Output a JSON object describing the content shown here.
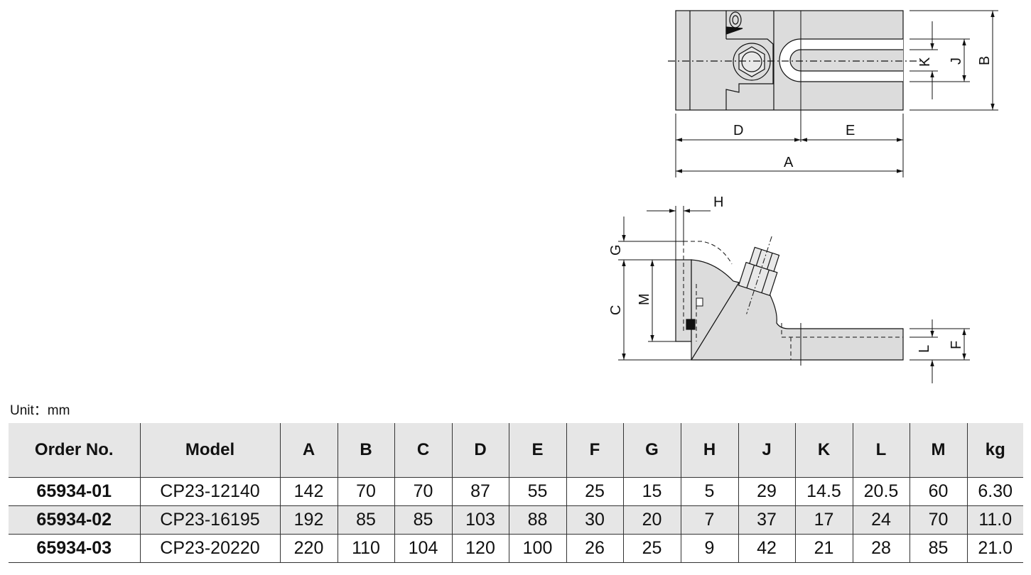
{
  "dimension_letters": {
    "top_view": {
      "D": "D",
      "E": "E",
      "A": "A",
      "K": "K",
      "J": "J",
      "B": "B"
    },
    "side_view": {
      "H": "H",
      "G": "G",
      "C": "C",
      "M": "M",
      "L": "L",
      "F": "F"
    }
  },
  "unit_label": "Unit：mm",
  "table": {
    "headers": [
      "Order No.",
      "Model",
      "A",
      "B",
      "C",
      "D",
      "E",
      "F",
      "G",
      "H",
      "J",
      "K",
      "L",
      "M",
      "kg"
    ],
    "rows": [
      [
        "65934-01",
        "CP23-12140",
        "142",
        "70",
        "70",
        "87",
        "55",
        "25",
        "15",
        "5",
        "29",
        "14.5",
        "20.5",
        "60",
        "6.30"
      ],
      [
        "65934-02",
        "CP23-16195",
        "192",
        "85",
        "85",
        "103",
        "88",
        "30",
        "20",
        "7",
        "37",
        "17",
        "24",
        "70",
        "11.0"
      ],
      [
        "65934-03",
        "CP23-20220",
        "220",
        "110",
        "104",
        "120",
        "100",
        "26",
        "25",
        "9",
        "42",
        "21",
        "28",
        "85",
        "21.0"
      ]
    ]
  }
}
